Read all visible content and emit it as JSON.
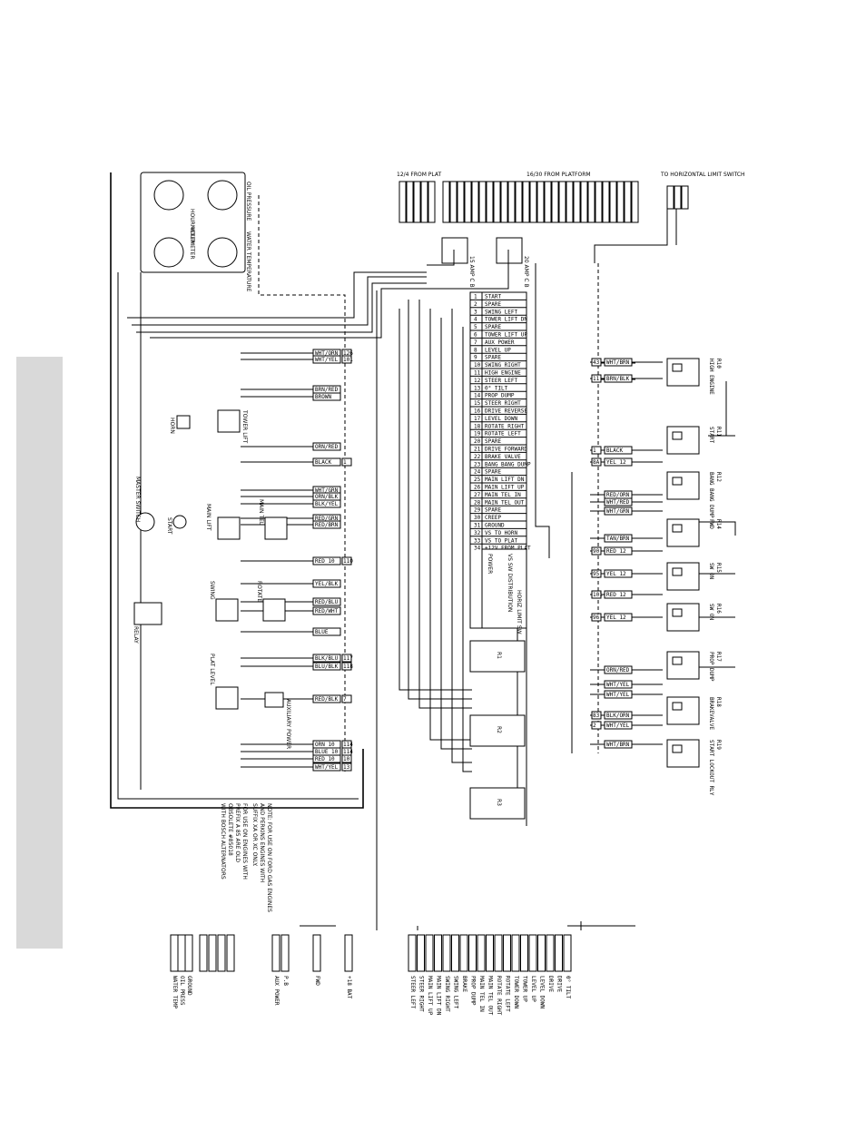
{
  "side_tab": {
    "color": "#d9d9d9"
  },
  "top_headers": {
    "plat12": "12/4 FROM PLAT",
    "plat16": "16/30 FROM PLATFORM",
    "limit": "TO HORIZONTAL LIMIT SWITCH"
  },
  "terminal_strip": [
    "START",
    "SPARE",
    "SWING LEFT",
    "TOWER LIFT DN",
    "SPARE",
    "TOWER LIFT UP",
    "AUX POWER",
    "LEVEL UP",
    "SPARE",
    "SWING RIGHT",
    "HIGH ENGINE",
    "STEER LEFT",
    "0° TILT",
    "PROP DUMP",
    "STEER RIGHT",
    "DRIVE REVERSE",
    "LEVEL DOWN",
    "ROTATE RIGHT",
    "ROTATE LEFT",
    "SPARE",
    "DRIVE FORWARD",
    "BRAKE VALVE",
    "BANG BANG DUMP",
    "SPARE",
    "MAIN LIFT DN",
    "MAIN LIFT UP",
    "MAIN TEL IN",
    "MAIN TEL OUT",
    "SPARE",
    "CREEP",
    "GROUND",
    "VS TO HORN",
    "VS TO PLAT",
    "+12V FROM PLAT"
  ],
  "gauges": {
    "oil": "OIL PRESSURE",
    "hour": "HOURMETER",
    "volt": "VOLTMETER",
    "water": "WATER TEMPERATURE"
  },
  "breakers": {
    "a": "15 AMP C B",
    "b": "20 AMP C B"
  },
  "left_wires": [
    {
      "c": "WHT/ORN",
      "n": "126"
    },
    {
      "c": "WHT/YEL",
      "n": "101"
    },
    {
      "c": "BRN/RED",
      "n": ""
    },
    {
      "c": "BROWN",
      "n": ""
    },
    {
      "c": "ORN/RED",
      "n": ""
    },
    {
      "c": "BLACK",
      "n": "1"
    },
    {
      "c": "WHT/GRN",
      "n": ""
    },
    {
      "c": "ORN/BLK",
      "n": ""
    },
    {
      "c": "BLK/YEL",
      "n": ""
    },
    {
      "c": "RED/GRN",
      "n": ""
    },
    {
      "c": "RED/BRN",
      "n": ""
    },
    {
      "c": "RED 10",
      "n": "110"
    },
    {
      "c": "YEL/BLK",
      "n": ""
    },
    {
      "c": "RED/BLU",
      "n": ""
    },
    {
      "c": "RED/WHT",
      "n": ""
    },
    {
      "c": "BLUE",
      "n": ""
    },
    {
      "c": "BLK/BLU",
      "n": "117"
    },
    {
      "c": "BLU/BLK",
      "n": "118"
    },
    {
      "c": "RED/BLK",
      "n": "7"
    },
    {
      "c": "ORN 10",
      "n": "114"
    },
    {
      "c": "BLUE 10",
      "n": "114"
    },
    {
      "c": "RED 10",
      "n": "10"
    },
    {
      "c": "WHT/YEL",
      "n": "13"
    }
  ],
  "valve_labels": {
    "tower": "TOWER LIFT",
    "main": "MAIN LIFT",
    "tel": "MAIN TEL",
    "swing": "SWING",
    "rotate": "ROTATE",
    "level": "PLAT LEVEL",
    "aux": "AUXILIARY POWER",
    "key": "START",
    "master": "MASTER SWITCH",
    "horn": "HORN",
    "relay": "RELAY"
  },
  "relays": [
    {
      "id": "R10",
      "name": "HIGH ENGINE"
    },
    {
      "id": "R11",
      "name": "START"
    },
    {
      "id": "R12",
      "name": "BANG BANG DUMP"
    },
    {
      "id": "R14",
      "name": "FWD"
    },
    {
      "id": "R15",
      "name": "SW ON"
    },
    {
      "id": "R16",
      "name": "SW ON"
    },
    {
      "id": "R17",
      "name": "PROP DUMP"
    },
    {
      "id": "R18",
      "name": "BRAKEVALVE"
    },
    {
      "id": "R19",
      "name": "START LOCKOUT RLY"
    }
  ],
  "right_wires": [
    {
      "c": "WHT/BRN",
      "n": "43"
    },
    {
      "c": "BRN/BLK",
      "n": "11"
    },
    {
      "c": "BLACK",
      "n": "1"
    },
    {
      "c": "YEL 12",
      "n": "8A"
    },
    {
      "c": "RED/ORN",
      "n": ""
    },
    {
      "c": "WHT/RED",
      "n": ""
    },
    {
      "c": "WHT/GRN",
      "n": ""
    },
    {
      "c": "TAN/BRN",
      "n": ""
    },
    {
      "c": "RED 12",
      "n": "90"
    },
    {
      "c": "YEL 12",
      "n": "95"
    },
    {
      "c": "RED 12",
      "n": "101"
    },
    {
      "c": "YEL 12",
      "n": "96"
    },
    {
      "c": "ORN/RED",
      "n": ""
    },
    {
      "c": "WHT/YEL",
      "n": ""
    },
    {
      "c": "WHT/YEL",
      "n": ""
    },
    {
      "c": "BLK/ORN",
      "n": "83"
    },
    {
      "c": "WHT/YEL",
      "n": "2"
    },
    {
      "c": "WHT/BRN",
      "n": ""
    }
  ],
  "mid_labels": {
    "r1": "R1",
    "r2": "R2",
    "r3": "R3",
    "power": "POWER",
    "limit": "HORIZ LIMIT SW",
    "vs": "VS SW DISTRIBUTION"
  },
  "note": [
    "NOTE: FOR USE ON FORD GAS ENGINES",
    "AND PERKINS ENGINES WITH",
    "SUFFIX XA OR XC ONLY.",
    "FOR USE ON ENGINES WITH",
    "PREFIX A 85 ARE OLD",
    "OBSOLETE #85018",
    "WITH BOSCH ALTERNATORS"
  ],
  "bottom_left": [
    "WATER TEMP",
    "OIL PRESS",
    "GROUND",
    "",
    "",
    "",
    "",
    "AUX POWER",
    "P.B",
    "FWD",
    "+18 BAT"
  ],
  "bottom_right": [
    "STEER LEFT",
    "STEER RIGHT",
    "MAIN LIFT UP",
    "MAIN LIFT DN",
    "SWING RIGHT",
    "SWING LEFT",
    "BRAKE",
    "PROP DUMP",
    "MAIN TEL IN",
    "MAIN TEL OUT",
    "ROTATE RIGHT",
    "ROTATE LEFT",
    "TOWER DOWN",
    "TOWER UP",
    "LEVEL UP",
    "LEVEL DOWN",
    "DRIVE",
    "DRIVE",
    "0° TILT"
  ]
}
